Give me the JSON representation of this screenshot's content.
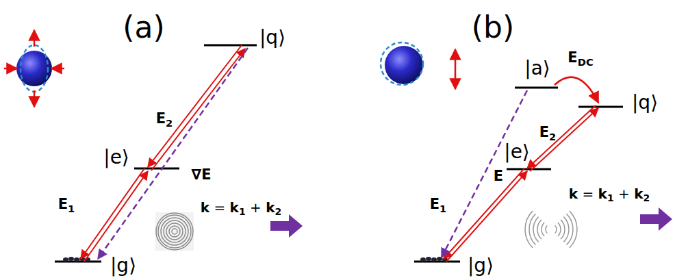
{
  "diagram": {
    "labels": [
      "(a)",
      "(b)",
      "|q⟩",
      "|e⟩",
      "E2",
      "E1",
      "∇E",
      "k = k1 + k2",
      "|g⟩",
      "|a⟩",
      "EDC",
      "|q⟩",
      "E2",
      "|e⟩",
      "E",
      "E1",
      "k = k1 + k2",
      "|g⟩"
    ]
  }
}
